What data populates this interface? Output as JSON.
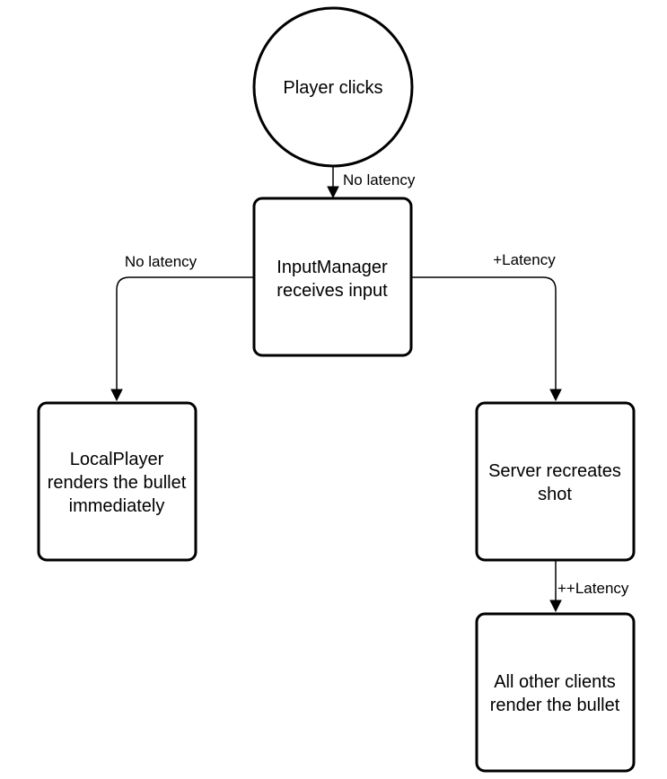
{
  "nodes": {
    "player_clicks": {
      "label": "Player clicks"
    },
    "input_manager": {
      "line1": "InputManager",
      "line2": "receives input"
    },
    "local_player": {
      "line1": "LocalPlayer",
      "line2": "renders the bullet",
      "line3": "immediately"
    },
    "server": {
      "line1": "Server recreates",
      "line2": "shot"
    },
    "other_clients": {
      "line1": "All other clients",
      "line2": "render the bullet"
    }
  },
  "edges": {
    "click_to_input": "No latency",
    "input_to_local": "No latency",
    "input_to_server": "+Latency",
    "server_to_clients": "++Latency"
  },
  "colors": {
    "stroke": "#000000",
    "fill": "#ffffff",
    "text": "#000000"
  }
}
